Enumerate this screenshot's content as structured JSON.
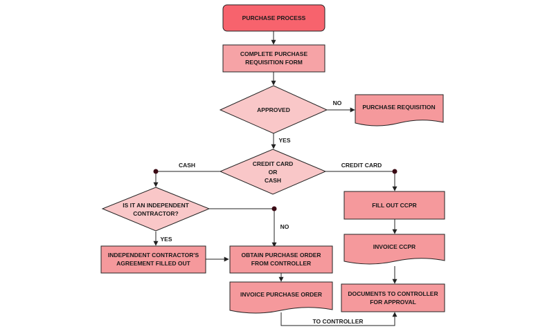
{
  "colors": {
    "start": "#f7636d",
    "process": "#f6a3a6",
    "decision": "#f9c7c8",
    "document": "#f5999c",
    "stroke": "#222222"
  },
  "nodes": {
    "start": "PURCHASE PROCESS",
    "requisition_form": [
      "COMPLETE PURCHASE",
      "REQUISITION FORM"
    ],
    "approved": "APPROVED",
    "purchase_requisition": "PURCHASE REQUISITION",
    "credit_or_cash": [
      "CREDIT CARD",
      "OR",
      "CASH"
    ],
    "independent": [
      "IS IT AN INDEPENDENT",
      "CONTRACTOR?"
    ],
    "contractor_agreement": [
      "INDEPENDENT CONTRACTOR'S",
      "AGREEMENT FILLED OUT"
    ],
    "obtain_po": [
      "OBTAIN PURCHASE ORDER",
      "FROM CONTROLLER"
    ],
    "invoice_po": "INVOICE PURCHASE ORDER",
    "fill_ccpr": "FILL OUT CCPR",
    "invoice_ccpr": "INVOICE CCPR",
    "documents": [
      "DOCUMENTS TO CONTROLLER",
      "FOR APPROVAL"
    ]
  },
  "edge_labels": {
    "no_approved": "NO",
    "yes_approved": "YES",
    "cash": "CASH",
    "credit_card": "CREDIT CARD",
    "no_independent": "NO",
    "yes_independent": "YES",
    "to_controller": "TO CONTROLLER"
  }
}
